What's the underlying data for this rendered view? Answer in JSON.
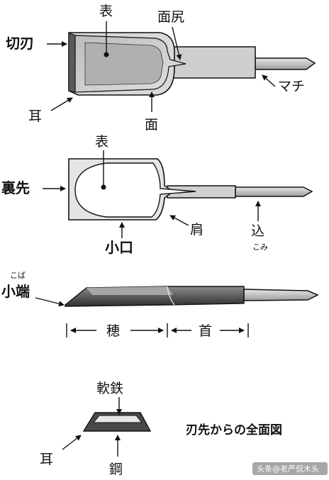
{
  "diagram_1": {
    "labels": {
      "kirijin": "切刃",
      "omote": "表",
      "menjiri": "面尻",
      "machi": "マチ",
      "mimi": "耳",
      "men": "面"
    }
  },
  "diagram_2": {
    "labels": {
      "omote": "表",
      "urasaki": "裏先",
      "kata": "肩",
      "kome": "込",
      "kome_reading": "こみ",
      "koguchi": "小口"
    }
  },
  "diagram_3": {
    "labels": {
      "kobata_reading": "こば",
      "kobata": "小端",
      "ho": "穂",
      "kubi": "首"
    }
  },
  "diagram_4": {
    "labels": {
      "nantetsu": "軟鉄",
      "mimi": "耳",
      "hagane": "鋼"
    },
    "caption": "刃先からの全面図"
  },
  "watermark": "头条@老严侃木头",
  "colors": {
    "steel_dark": "#3c3c3c",
    "steel_mid": "#9a9a9a",
    "steel_light": "#d2d2d2",
    "outline": "#111111"
  }
}
